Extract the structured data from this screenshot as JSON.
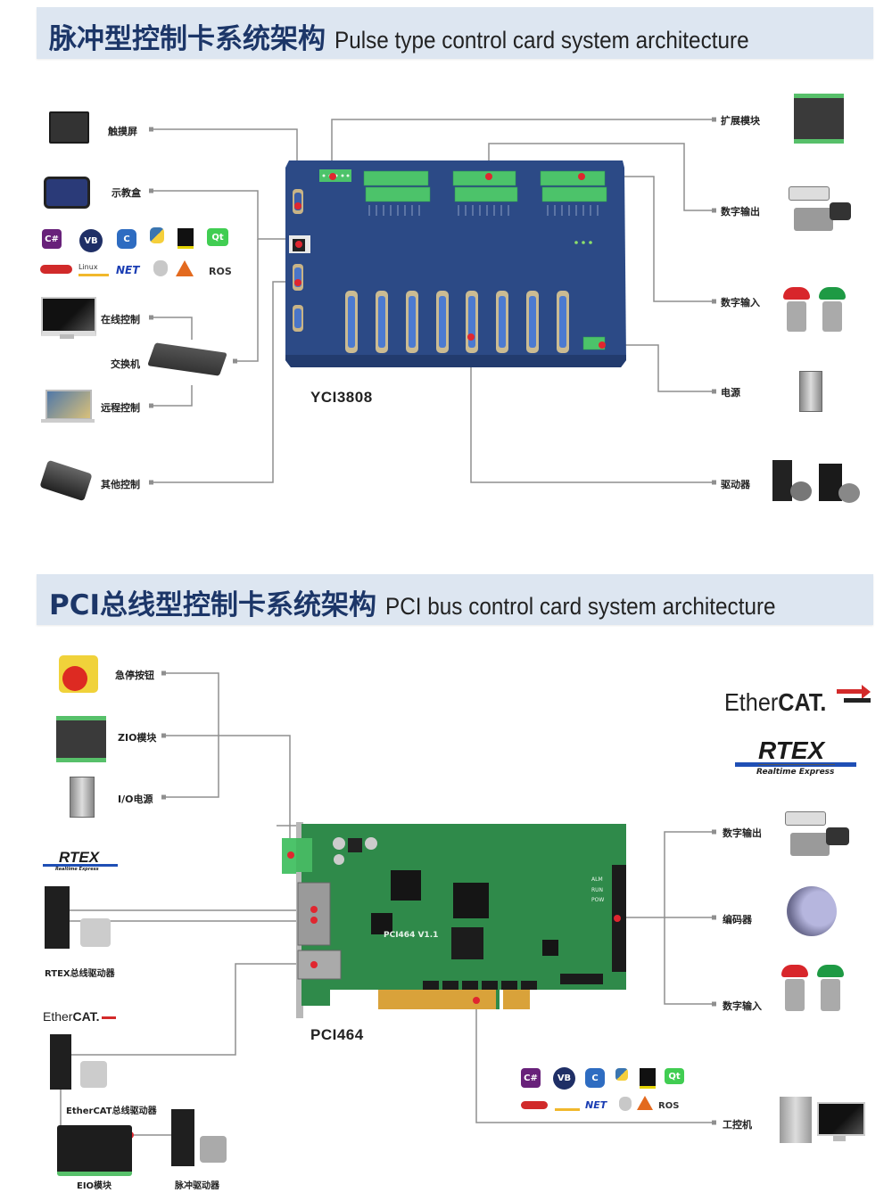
{
  "section1": {
    "title_cn": "脉冲型控制卡系统架构",
    "title_en": "Pulse type control card system architecture",
    "card_model": "YCI3808",
    "left_items": [
      {
        "label": "触摸屏",
        "icon": "touchscreen-icon"
      },
      {
        "label": "示教盒",
        "icon": "teach-pendant-icon"
      },
      {
        "label": "在线控制",
        "icon": "monitor-icon"
      },
      {
        "label": "交换机",
        "icon": "network-switch-icon"
      },
      {
        "label": "远程控制",
        "icon": "laptop-icon"
      },
      {
        "label": "其他控制",
        "icon": "controller-box-icon"
      }
    ],
    "right_items": [
      {
        "label": "扩展模块",
        "icon": "expansion-module-icon"
      },
      {
        "label": "数字输出",
        "icon": "solenoid-valve-icon"
      },
      {
        "label": "数字输入",
        "icon": "push-button-icon"
      },
      {
        "label": "电源",
        "icon": "power-supply-icon"
      },
      {
        "label": "驱动器",
        "icon": "servo-drive-icon"
      }
    ],
    "software_logos": [
      "C#",
      "VB",
      "C",
      "Python",
      "LabVIEW",
      "Qt",
      "Delphi",
      "Linux",
      ".NET",
      "Apple",
      "MATLAB",
      "ROS"
    ]
  },
  "section2": {
    "title_cn": "PCI总线型控制卡系统架构",
    "title_en": "PCI bus control card system architecture",
    "card_model": "PCI464",
    "card_silk": "PCI464 V1.1",
    "led_labels": [
      "ALM",
      "RUN",
      "POW"
    ],
    "left_items": [
      {
        "label": "急停按钮",
        "icon": "emergency-stop-icon"
      },
      {
        "label": "ZIO模块",
        "icon": "zio-module-icon"
      },
      {
        "label": "I/O电源",
        "icon": "io-power-icon"
      }
    ],
    "bus_logos": {
      "ethercat": {
        "plain": "Ether",
        "bold": "CAT."
      },
      "rtex": {
        "title": "RTEX",
        "subtitle": "Realtime Express"
      }
    },
    "rtex_drive_label": "RTEX总线驱动器",
    "ethercat_drive_label": "EtherCAT总线驱动器",
    "eio_label": "EIO模块",
    "pulse_drive_label": "脉冲驱动器",
    "right_items": [
      {
        "label": "数字输出",
        "icon": "solenoid-valve-icon"
      },
      {
        "label": "编码器",
        "icon": "encoder-icon"
      },
      {
        "label": "数字输入",
        "icon": "push-button-icon"
      },
      {
        "label": "工控机",
        "icon": "industrial-pc-icon"
      }
    ],
    "software_logos": [
      "C#",
      "VB",
      "C",
      "Python",
      "LabVIEW",
      "Qt",
      "Delphi",
      "Linux",
      ".NET",
      "Apple",
      "MATLAB",
      "ROS"
    ]
  },
  "colors": {
    "banner_bg": "#dde6f1",
    "title_cn": "#1c3668",
    "board_blue": "#2c4a86",
    "pcb_green": "#2f8a4a",
    "terminal_green": "#4cc36a",
    "connector_dot": "#e0262f",
    "line_gray": "#8a8a8a"
  }
}
